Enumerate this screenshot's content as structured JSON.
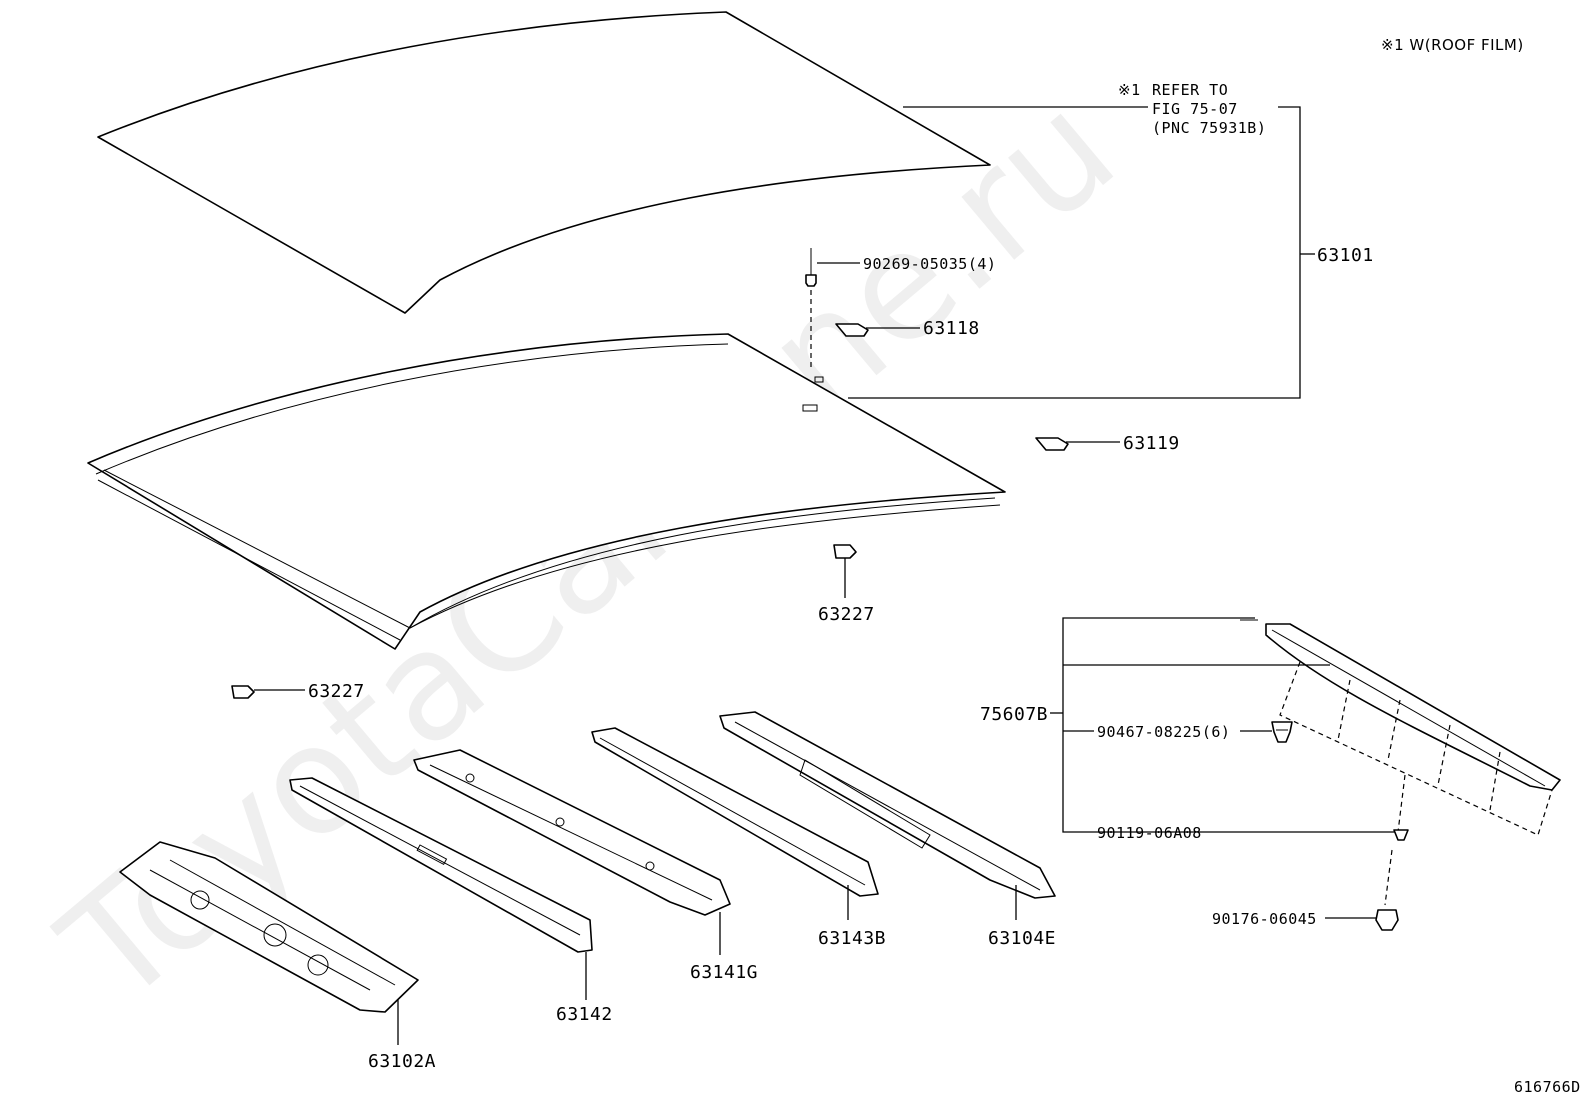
{
  "note_top_right": "※1 W(ROOF FILM)",
  "refer_note": {
    "line1": "REFER TO",
    "line2": "FIG 75-07",
    "line3": "(PNC 75931B)",
    "marker": "※1"
  },
  "parts": {
    "p63101": "63101",
    "p90269": "90269-05035(4)",
    "p63118": "63118",
    "p63119": "63119",
    "p63227_center": "63227",
    "p63227_left": "63227",
    "p75607B": "75607B",
    "p90467": "90467-08225(6)",
    "p90119": "90119-06A08",
    "p90176": "90176-06045",
    "p63102A": "63102A",
    "p63142": "63142",
    "p63141G": "63141G",
    "p63143B": "63143B",
    "p63104E": "63104E"
  },
  "figure_id": "616766D",
  "watermark": "ToyotaCarMine.ru"
}
